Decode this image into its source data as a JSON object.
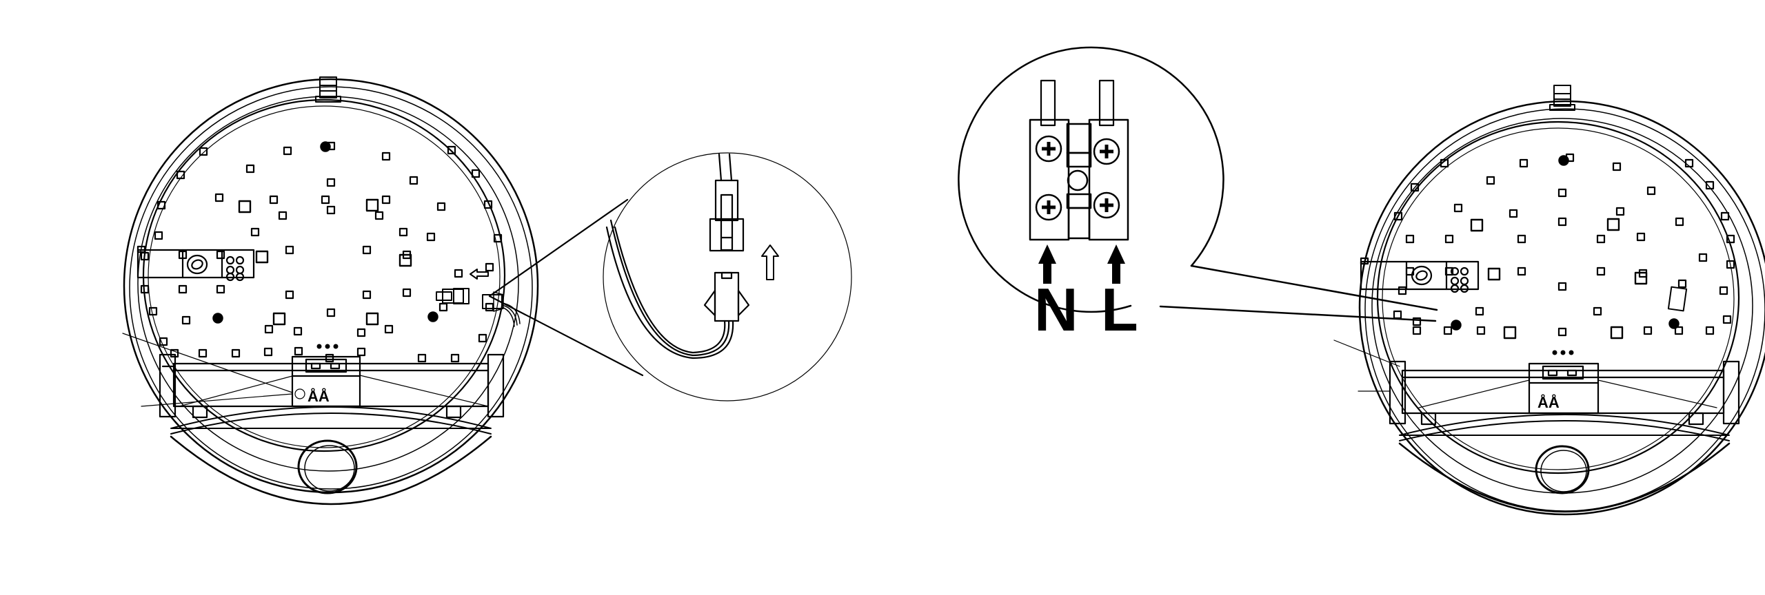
{
  "diagram": {
    "type": "installation-diagram",
    "subject": "round LED ceiling lamp with motion sensor",
    "colors": {
      "line": "#000000",
      "background": "#ffffff"
    },
    "panels": [
      {
        "id": "left-lamp",
        "description": "Lamp interior with LED board; plug connector being disconnected (arrow left)",
        "arrow_direction": "left"
      },
      {
        "id": "connector-detail",
        "description": "Magnified view of two-pin wire connector, arrow pointing up",
        "arrow_direction": "up"
      },
      {
        "id": "terminal-detail",
        "description": "Magnified view of terminal block with four screws",
        "labels": [
          "N",
          "L"
        ]
      },
      {
        "id": "right-lamp",
        "description": "Lamp interior with LED board; leader lines point to terminal block"
      }
    ]
  },
  "labels": {
    "neutral": "N",
    "live": "L"
  }
}
